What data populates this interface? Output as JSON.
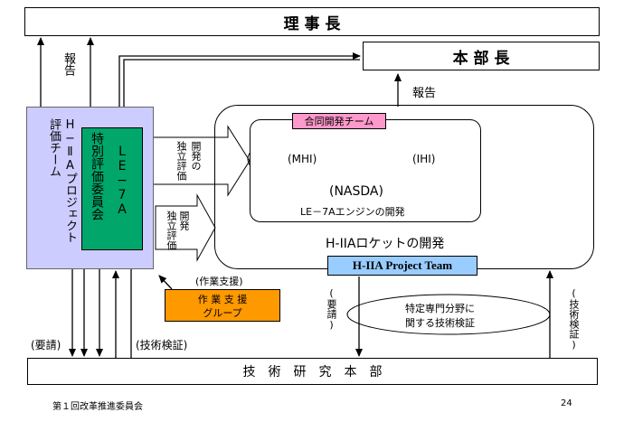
{
  "boxes": {
    "chairman": "理 事 長",
    "director": "本 部 長",
    "h2a_eval": "H−ⅡAプロジェクト評価チーム",
    "le7a_committee": "特別評価委員会",
    "le7a_label": "LE−7A",
    "joint_team": "合同開発チーム",
    "nasda": "(NASDA)",
    "le7a_dev": "LE－7Aエンジンの開発",
    "h2a_dev": "H-IIAロケットの開発",
    "project_team": "H-IIA Project Team",
    "support_group_l1": "作 業 支 援",
    "support_group_l2": "グループ",
    "tech_verify_l1": "特定専門分野に",
    "tech_verify_l2": "関する技術検証",
    "tech_hq": "技　術　研　究　本　部"
  },
  "labels": {
    "report_left": "報告",
    "report_right": "報告",
    "indep_eval_1a": "開発の",
    "indep_eval_1b": "独立評価",
    "indep_eval_2a": "開発",
    "indep_eval_2b": "独立評価",
    "work_support": "(作業支援)",
    "request_v": "(要請)",
    "request_left": "(要請)",
    "tech_verify_left": "(技術検証)",
    "tech_verify_right": "(技術検証)",
    "mhi": "(MHI)",
    "ihi": "(IHI)"
  },
  "footer": {
    "meeting": "第１回改革推進委員会",
    "page": "24"
  },
  "colors": {
    "eval_team_bg": "#ccccff",
    "committee_bg": "#00a66a",
    "joint_team_bg": "#ff99cc",
    "project_team_bg": "#99ccff",
    "support_group_bg": "#ff9900"
  }
}
